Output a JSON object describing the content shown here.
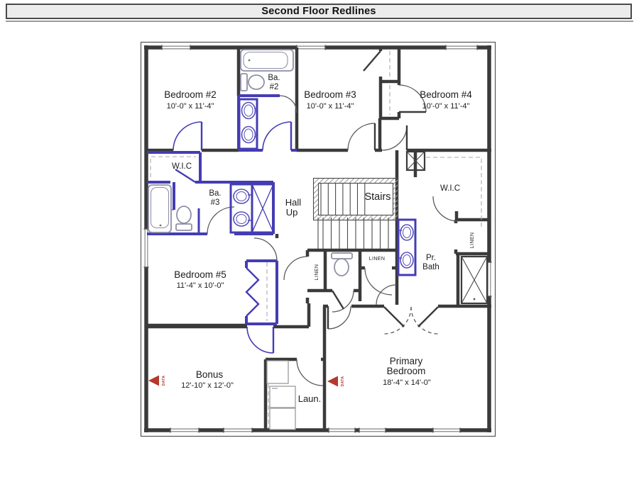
{
  "title": "Second Floor Redlines",
  "colors": {
    "wall": "#3a3a3a",
    "redline": "#443cb4",
    "marker_red": "#b5382e"
  },
  "labels": {
    "bedroom2": {
      "name": "Bedroom #2",
      "dims": "10'-0\" x 11'-4\""
    },
    "bedroom3": {
      "name": "Bedroom #3",
      "dims": "10'-0\" x 11'-4\""
    },
    "bedroom4": {
      "name": "Bedroom #4",
      "dims": "10'-0\" x 11'-4\""
    },
    "bedroom5": {
      "name": "Bedroom #5",
      "dims": "11'-4\" x 10'-0\""
    },
    "bonus": {
      "name": "Bonus",
      "dims": "12'-10\" x 12'-0\""
    },
    "primary": {
      "line1": "Primary",
      "line2": "Bedroom",
      "dims": "18'-4\" x 14'-0\""
    },
    "ba2": {
      "line1": "Ba.",
      "line2": "#2"
    },
    "ba3": {
      "line1": "Ba.",
      "line2": "#3"
    },
    "pr_bath": {
      "line1": "Pr.",
      "line2": "Bath"
    },
    "wic_left": "W.I.C",
    "wic_right": "W.I.C",
    "hall": {
      "line1": "Hall",
      "line2": "Up"
    },
    "stairs": "Stairs",
    "laundry": "Laun.",
    "linen": "LINEN",
    "data_marker": "DATA"
  }
}
